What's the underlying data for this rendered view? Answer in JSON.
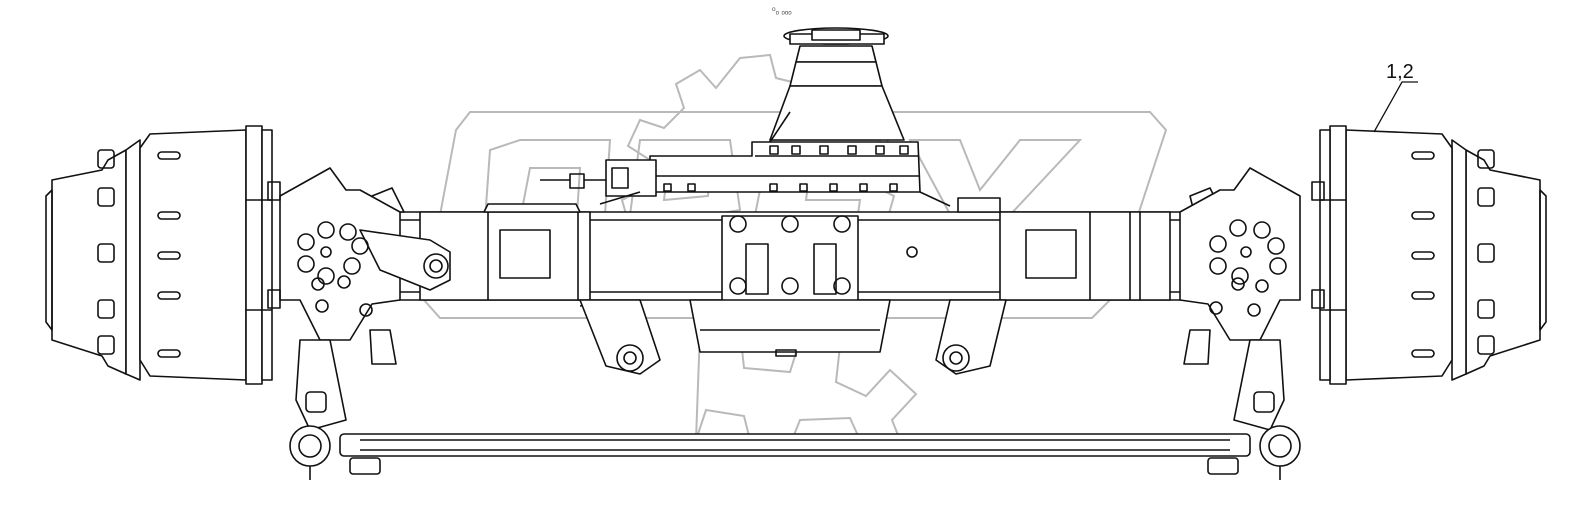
{
  "callouts": [
    {
      "label": "1,2"
    }
  ],
  "top_marker": "⁰ₒ ₒₒₒ",
  "watermark": {
    "text": "OPEX",
    "color": "#b9b9b9"
  },
  "colors": {
    "line": "#111111",
    "background": "#ffffff"
  }
}
